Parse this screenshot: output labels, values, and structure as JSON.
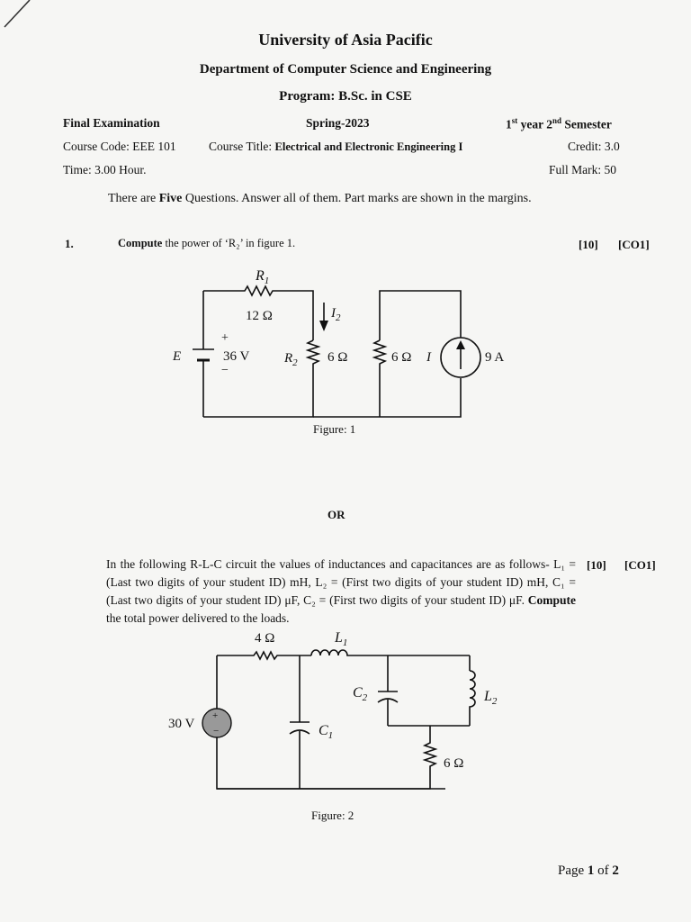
{
  "header": {
    "university": "University of Asia Pacific",
    "department": "Department of Computer Science and Engineering",
    "program": "Program: B.Sc. in CSE"
  },
  "exam": {
    "type": "Final Examination",
    "session": "Spring-2023",
    "semester_year_num": "1",
    "semester_year_sup": "st",
    "semester_year_word": " year ",
    "semester_sem_num": "2",
    "semester_sem_sup": "nd",
    "semester_sem_word": " Semester",
    "course_code": "Course Code: EEE 101",
    "course_title_label": "Course Title: ",
    "course_title": "Electrical and Electronic Engineering I",
    "credit": "Credit: 3.0",
    "time": "Time: 3.00 Hour.",
    "full_mark": "Full Mark: 50"
  },
  "instructions": {
    "pre": "There are ",
    "bold": "Five",
    "post": " Questions. Answer all of them. Part marks are shown in the margins."
  },
  "q1": {
    "number": "1.",
    "verb": "Compute",
    "text": " the power of ‘R₂’ in figure 1.",
    "marks": "[10]",
    "co": "[CO1]",
    "figure1": {
      "r1_label": "R",
      "r1_sub": "1",
      "r1_value": "12 Ω",
      "i2_label": "I",
      "i2_sub": "2",
      "plus": "+",
      "minus": "−",
      "e_label": "E",
      "e_value": "36 V",
      "r2_label": "R",
      "r2_sub": "2",
      "r2_value": "6 Ω",
      "r3_value": "6 Ω",
      "cs_label": "I",
      "cs_value": "9 A",
      "caption": "Figure: 1"
    },
    "or": "OR",
    "alt": {
      "p1": "In the following R-L-C circuit the values of inductances and capacitances are as follows- L₁ = (Last two digits of your student ID) mH, L₂ = (First two digits of your student ID) mH, C₁ = (Last two digits of your student ID) μF, C₂ = (First two digits of your student ID) μF. ",
      "verb": "Compute",
      "p2": " the total power delivered to the loads.",
      "marks": "[10]",
      "co": "[CO1]"
    },
    "figure2": {
      "r_value": "4 Ω",
      "l1_label": "L",
      "l1_sub": "1",
      "c2_label": "C",
      "c2_sub": "2",
      "l2_label": "L",
      "l2_sub": "2",
      "v_value": "30 V",
      "c1_label": "C",
      "c1_sub": "1",
      "r6_value": "6 Ω",
      "caption": "Figure: 2"
    }
  },
  "footer": {
    "page_pre": "Page ",
    "page_num": "1",
    "page_mid": " of ",
    "page_total": "2"
  }
}
